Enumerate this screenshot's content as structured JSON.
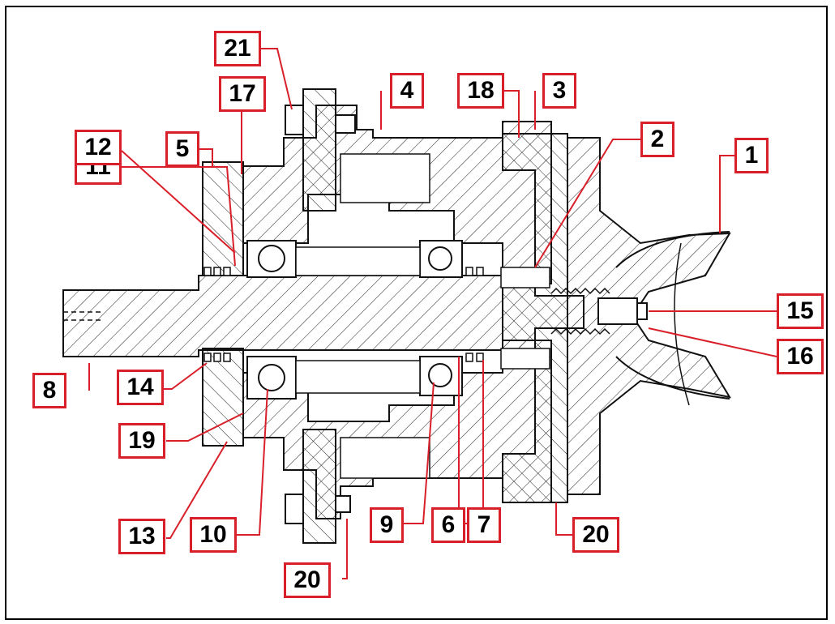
{
  "colors": {
    "callout": "#d9202a",
    "line": "#111111"
  },
  "callouts": {
    "c1": "1",
    "c2": "2",
    "c3": "3",
    "c4": "4",
    "c5": "5",
    "c6": "6",
    "c7": "7",
    "c8": "8",
    "c9": "9",
    "c10": "10",
    "c11": "11",
    "c12": "12",
    "c13": "13",
    "c14": "14",
    "c15": "15",
    "c16": "16",
    "c17": "17",
    "c18": "18",
    "c19": "19",
    "c20a": "20",
    "c20b": "20",
    "c21": "21"
  }
}
